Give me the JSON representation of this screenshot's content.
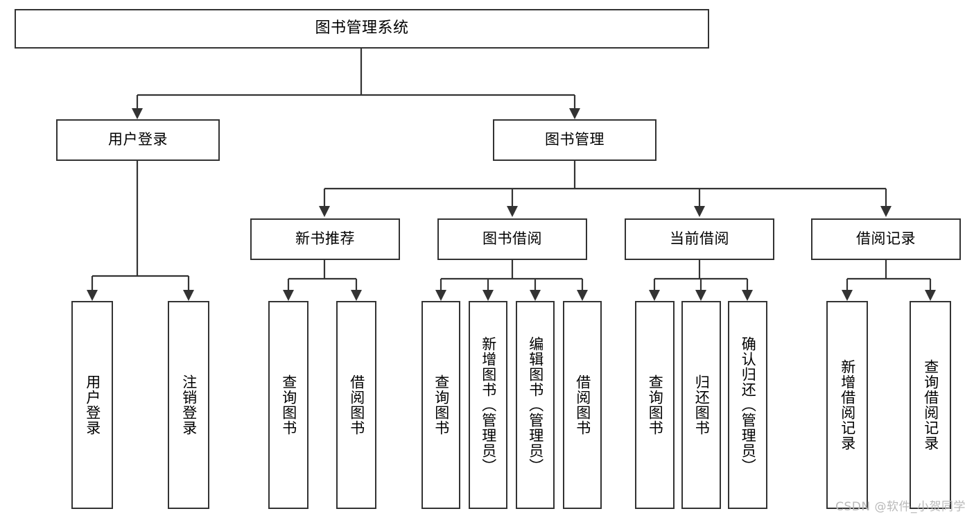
{
  "diagram": {
    "type": "tree-hierarchy",
    "orientation": "top-down",
    "root": {
      "label": "图书管理系统"
    },
    "level2": [
      {
        "label": "用户登录"
      },
      {
        "label": "图书管理"
      }
    ],
    "level3": [
      {
        "label": "新书推荐"
      },
      {
        "label": "图书借阅"
      },
      {
        "label": "当前借阅"
      },
      {
        "label": "借阅记录"
      }
    ],
    "leaves": {
      "user_login": [
        {
          "label": "用户登录"
        },
        {
          "label": "注销登录"
        }
      ],
      "new_book_recommend": [
        {
          "label": "查询图书"
        },
        {
          "label": "借阅图书"
        }
      ],
      "book_borrow": [
        {
          "label": "查询图书"
        },
        {
          "label": "新增图书（管理员）"
        },
        {
          "label": "编辑图书（管理员）"
        },
        {
          "label": "借阅图书"
        }
      ],
      "current_borrow": [
        {
          "label": "查询图书"
        },
        {
          "label": "归还图书"
        },
        {
          "label": "确认归还（管理员）"
        }
      ],
      "borrow_record": [
        {
          "label": "新增借阅记录"
        },
        {
          "label": "查询借阅记录"
        }
      ]
    },
    "colors": {
      "stroke": "#333333",
      "fill": "#ffffff",
      "text": "#000000",
      "watermark": "#b9b9b9"
    }
  },
  "watermark": {
    "text": "CSDN @软件_小贺同学"
  }
}
